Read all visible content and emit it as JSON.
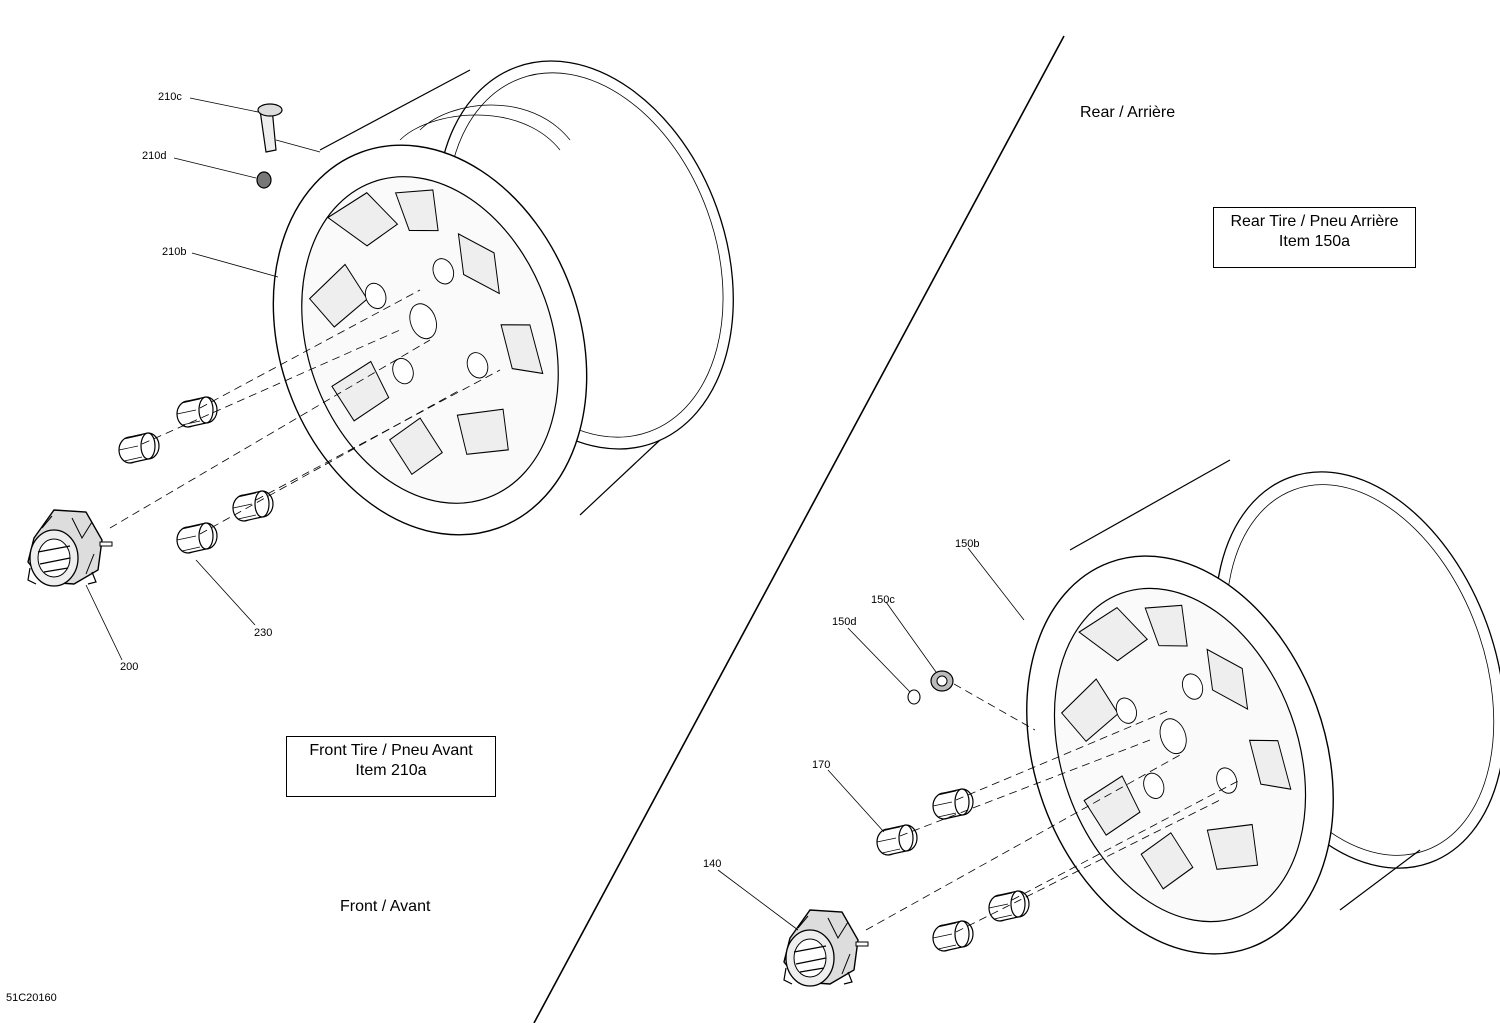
{
  "sections": {
    "rear_label": "Rear / Arrière",
    "front_label": "Front / Avant"
  },
  "boxes": {
    "rear_tire": {
      "line1": "Rear Tire / Pneu Arrière",
      "line2": "Item 150a"
    },
    "front_tire": {
      "line1": "Front Tire / Pneu Avant",
      "line2": "Item 210a"
    }
  },
  "callouts": {
    "c210c": "210c",
    "c210d": "210d",
    "c210b": "210b",
    "c200": "200",
    "c230": "230",
    "c150b": "150b",
    "c150c": "150c",
    "c150d": "150d",
    "c170": "170",
    "c140": "140"
  },
  "drawing_ref": "51C20160"
}
